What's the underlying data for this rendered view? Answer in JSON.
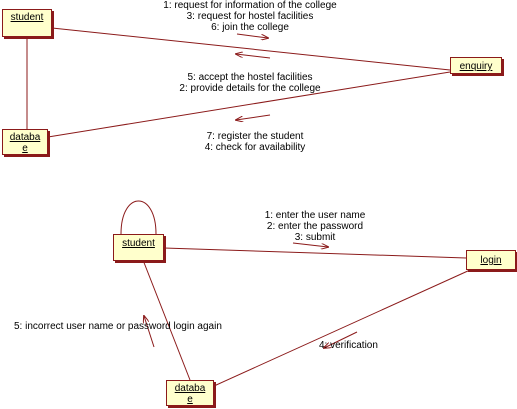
{
  "diagram1": {
    "objects": {
      "student": "student",
      "enquiry": "enquiry",
      "database": "databa\ne"
    },
    "messages_top": [
      "1: request for information of the college",
      "3: request for hostel facilities",
      "6: join the college"
    ],
    "messages_mid": [
      "5: accept the hostel facilities",
      "2: provide details for the college"
    ],
    "messages_bottom": [
      "7: register the student",
      "4: check for availability"
    ]
  },
  "diagram2": {
    "objects": {
      "student": "student",
      "login": "login",
      "database": "databa\ne"
    },
    "messages_login": [
      "1: enter the user name",
      "2: enter the password",
      "3: submit"
    ],
    "message_incorrect": "5: incorrect user name or password login again",
    "message_verification": "4: verification"
  },
  "colors": {
    "object_fill": "#ffffcc",
    "object_border": "#8b1a1a",
    "link": "#8b1a1a"
  }
}
